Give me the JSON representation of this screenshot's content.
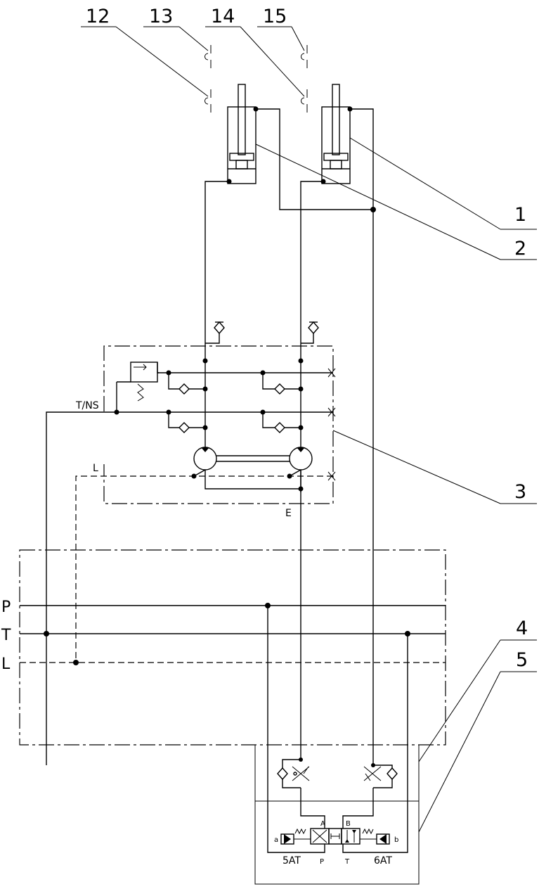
{
  "callouts": {
    "c12": "12",
    "c13": "13",
    "c14": "14",
    "c15": "15",
    "c1": "1",
    "c2": "2",
    "c3": "3",
    "c4": "4",
    "c5": "5"
  },
  "ports": {
    "t_ns": "T/NS",
    "l_manifold": "L",
    "e": "E",
    "p": "P",
    "t": "T",
    "l": "L",
    "valve_a": "A",
    "valve_b": "B",
    "valve_p": "P",
    "valve_t": "T",
    "sol_a": "a",
    "sol_b": "b",
    "coil_a": "5AT",
    "coil_b": "6AT"
  }
}
